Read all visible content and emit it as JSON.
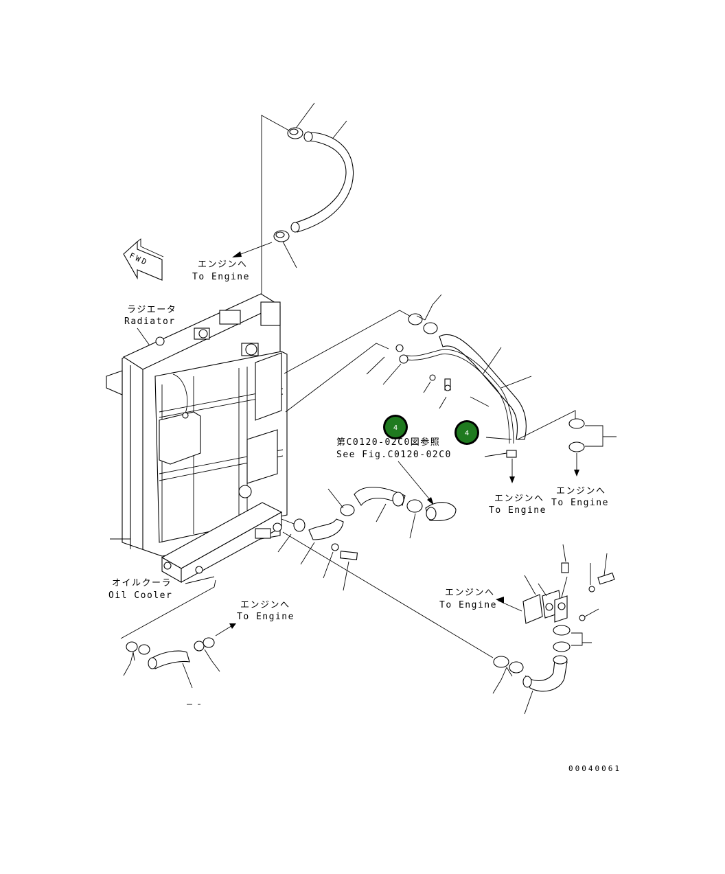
{
  "labels": {
    "to_engine_top_jp": "エンジンへ",
    "to_engine_top_en": "To Engine",
    "radiator_jp": "ラジエータ",
    "radiator_en": "Radiator",
    "fwd": "FWD",
    "see_fig_jp": "第C0120-02C0図参照",
    "see_fig_en": "See Fig.C0120-02C0",
    "to_engine_mid1_jp": "エンジンへ",
    "to_engine_mid1_en": "To Engine",
    "to_engine_mid2_jp": "エンジンへ",
    "to_engine_mid2_en": "To Engine",
    "to_engine_right_jp": "エンジンへ",
    "to_engine_right_en": "To Engine",
    "oil_cooler_jp": "オイルクーラ",
    "oil_cooler_en": "Oil Cooler",
    "to_engine_bottom_jp": "エンジンへ",
    "to_engine_bottom_en": "To Engine",
    "drawing_number": "00040061"
  },
  "hotspots": [
    {
      "label": "4",
      "color": "#1f7a1f"
    },
    {
      "label": "4",
      "color": "#1f7a1f"
    }
  ]
}
